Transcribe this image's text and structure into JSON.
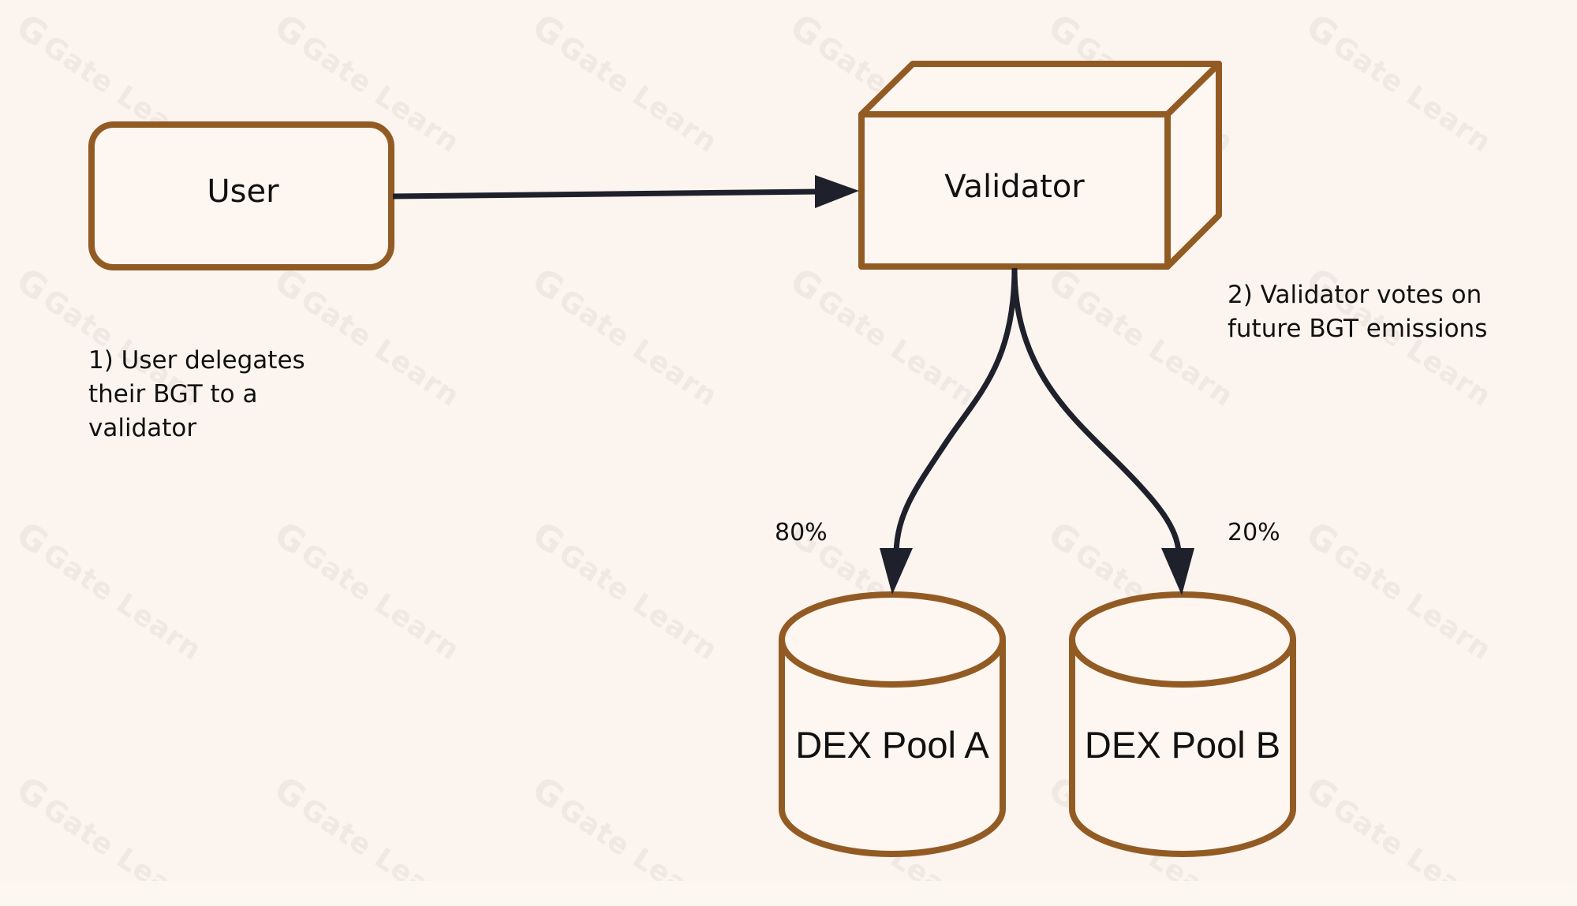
{
  "diagram": {
    "nodes": {
      "user": {
        "label": "User",
        "shape": "rounded-rectangle"
      },
      "validator": {
        "label": "Validator",
        "shape": "3d-box"
      },
      "pool_a": {
        "label": "DEX Pool A",
        "shape": "cylinder"
      },
      "pool_b": {
        "label": "DEX Pool B",
        "shape": "cylinder"
      }
    },
    "edges": [
      {
        "from": "user",
        "to": "validator",
        "label": ""
      },
      {
        "from": "validator",
        "to": "pool_a",
        "label": "80%"
      },
      {
        "from": "validator",
        "to": "pool_b",
        "label": "20%"
      }
    ],
    "notes": {
      "step1": [
        "1) User delegates",
        "their BGT to a",
        "validator"
      ],
      "step2": [
        "2) Validator votes on",
        "future BGT emissions"
      ]
    },
    "edge_labels": {
      "pool_a": "80%",
      "pool_b": "20%"
    }
  },
  "watermark": {
    "text": "Gate Learn",
    "logo": "G"
  },
  "colors": {
    "background": "#fcf4ee",
    "shape_stroke": "#935b24",
    "arrow": "#1e212b",
    "text": "#111111",
    "watermark": "#efe8e3"
  }
}
